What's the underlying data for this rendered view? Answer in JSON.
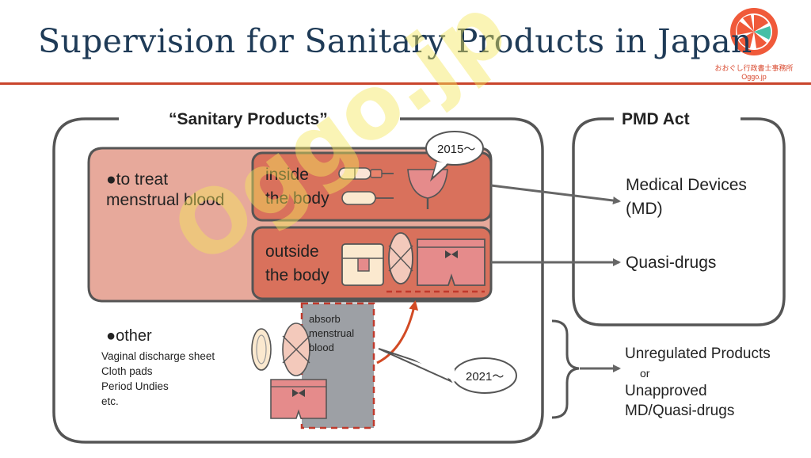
{
  "title": "Supervision for Sanitary Products in Japan",
  "logo": {
    "line1": "おおぐし行政書士事務所",
    "line2": "Oggo.jp"
  },
  "watermark": "Oggo.jp",
  "sanitary_products": {
    "label": "“Sanitary Products”",
    "treat": {
      "line1": "●to treat",
      "line2": "menstrual blood"
    },
    "inside": {
      "line1": "inside",
      "line2": "the body"
    },
    "outside": {
      "line1": "outside",
      "line2": "the body"
    },
    "badge_2015": "2015～",
    "other": {
      "heading": "●other",
      "items": [
        "Vaginal discharge sheet",
        "Cloth pads",
        "Period Undies",
        "etc."
      ]
    },
    "absorb": {
      "line1": "absorb",
      "line2": "menstrual",
      "line3": "blood"
    },
    "badge_2021": "2021～"
  },
  "pmd_act": {
    "label": "PMD Act",
    "medical_devices": {
      "line1": "Medical Devices",
      "line2": "(MD)"
    },
    "quasi_drugs": "Quasi-drugs"
  },
  "unregulated": {
    "line1": "Unregulated Products",
    "line2": "or",
    "line3": "Unapproved",
    "line4": "MD/Quasi-drugs"
  },
  "colors": {
    "title": "#1f3b57",
    "accent_line": "#c9442b",
    "treat_fill": "#e7a99b",
    "body_fill": "#d9715c",
    "frame": "#555555",
    "arrow_gray": "#666666",
    "arrow_red": "#d24a24",
    "gray_region": "#8c8f95"
  },
  "icons": [
    "tampon-icon",
    "menstrual-cup-icon",
    "pad-icon",
    "sanitary-napkin-icon",
    "period-panties-icon",
    "panty-liner-icon",
    "cloth-pad-icon"
  ]
}
